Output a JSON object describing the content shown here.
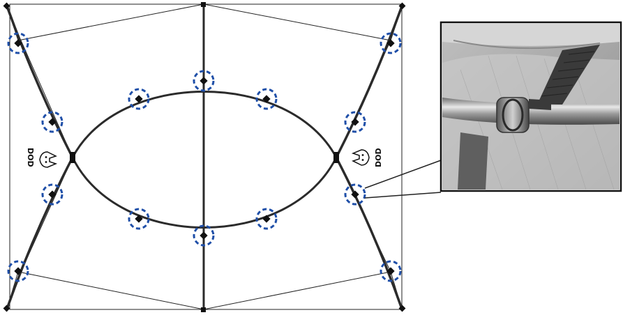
{
  "diagram": {
    "logo_text_left": "DOD",
    "logo_text_right": "DOD",
    "logo_mascot": "rabbit-icon",
    "highlight_color": "#1f4fa8",
    "line_color": "#2b2b2b",
    "highlight_style": "dashed-circle",
    "callout_photo": "strap-buckle-on-pole-photo"
  }
}
